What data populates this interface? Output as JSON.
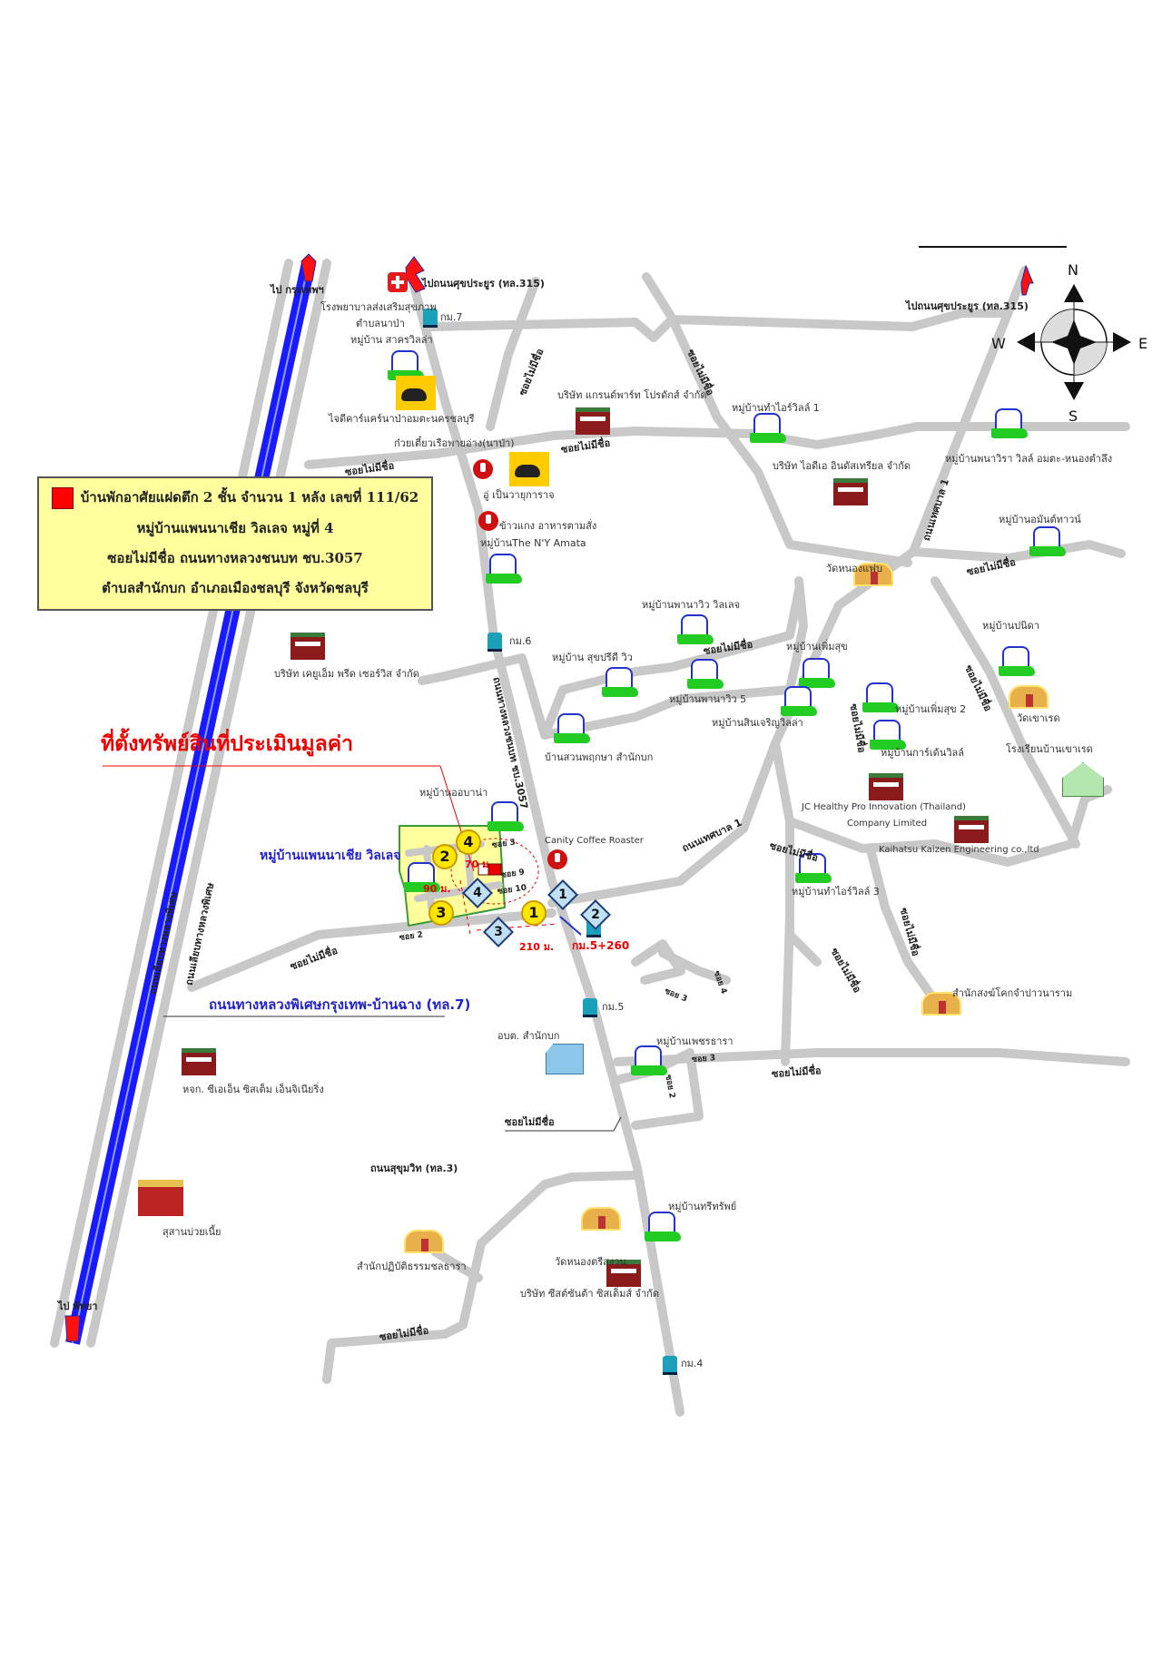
{
  "legend": {
    "line1": "บ้านพักอาศัยแฝดตึก 2 ชั้น จำนวน 1 หลัง เลขที่ 111/62",
    "line2": "หมู่บ้านแพนนาเชีย วิลเลจ หมู่ที่ 4",
    "line3": "ซอยไม่มีชื่อ ถนนทางหลวงชนบท ชบ.3057",
    "line4": "ตำบลสำนักบก อำเภอเมืองชลบุรี จังหวัดชลบุรี",
    "marker_color": "#ff0000"
  },
  "title": "ที่ตั้งทรัพย์สินที่ประเมินมูลค่า",
  "compass": {
    "n": "N",
    "s": "S",
    "e": "E",
    "w": "W"
  },
  "labels": [
    "ไป กรุงเทพฯ",
    "โรงพยาบาลส่งเสริมสุขภาพ",
    "ไปถนนศุขประยูร (ทล.315)",
    "กม.7",
    "ตำบลนาป่า",
    "หมู่บ้าน สาครวิลล่า",
    "ไจดีคาร์แคร์นาป่าอมตะนครชลบุรี",
    "ก๋วยเตี๋ยวเรือพายอ่าง(นาป่า)",
    "บริษัท แกรนด์พาร์ท โปรดักส์ จำกัด",
    "หมู่บ้านทำไอร์วิลล์ 1",
    "บริษัท ไอดีเอ อินดัสเทรียล จำกัด",
    "อู่ เป็นวายุการาจ",
    "ข้าวแกง อาหารตามสั่ง",
    "หมู่บ้านThe N'Y Amata",
    "หมู่บ้านพนาวิรา วิลล์ อมตะ-หนองตำลึง",
    "หมู่บ้านอมันต์ทาวน์",
    "วัดหนองแฟบ",
    "หมู่บ้านพานาวิว วิลเลจ",
    "หมู่บ้าน สุขปรีดี วิว",
    "หมู่บ้านเพิ่มสุข",
    "หมู่บ้านพานาวิว 5",
    "หมู่บ้านสินเจริญวิลล่า",
    "หมู่บ้านปนิดา",
    "หมู่บ้านเพิ่มสุข 2",
    "หมู่บ้านการ์เด้นวิลล์",
    "วัดเขาเรด",
    "โรงเรียนบ้านเขาเรด",
    "บริษัท เคยูเอ็ม พรีด เซอร์วิส จำกัด",
    "บ้านสวนพฤกษา สำนักบก",
    "หมู่บ้านออบาน่า",
    "กม.6",
    "JC Healthy Pro Innovation (Thailand)",
    "Company Limited",
    "Kaihatsu Kaizen Engineering co.,ltd",
    "หมู่บ้านทำไอร์วิลล์ 3",
    "Canity Coffee Roaster",
    "หมู่บ้านแพนนาเชีย วิลเลจ",
    "กม.5+260",
    "210 ม.",
    "90 ม.",
    "70 ม.",
    "ถนนทางหลวงพิเศษกรุงเทพ-บ้านฉาง (ทล.7)",
    "กม.5",
    "อบต. สำนักบก",
    "หมู่บ้านเพชรธารา",
    "หจก. ซีเอเอ็น ซิสเต็ม เอ็นจิเนียริ่ง",
    "ซอยไม่มีชื่อ",
    "ถนนสุขุมวิท (ทล.3)",
    "สุสานบ่วยเนี้ย",
    "หมู่บ้านทรีทรัพย์",
    "วัดหนองตรีสงวน",
    "สำนักปฏิบัติธรรมชลธารา",
    "บริษัท ซีสต์ซันต้า ซิสเต็มส์ จำกัด",
    "ไป พัทยา",
    "กม.4",
    "สำนักสงฆ์โคกจำปาวนาราม",
    "ไปถนนศุขประยูร (ทล.315)"
  ],
  "road_labels": {
    "soi_unnamed": "ซอยไม่มีชื่อ",
    "rural_road": "ถนนทางหลวงชนบท ชบ.3057",
    "municipal_1": "ถนนเทศบาล 1",
    "soi_2": "ซอย 2",
    "soi_3": "ซอย 3",
    "soi_9": "ซอย 9",
    "soi_10": "ซอย 10",
    "soi_4": "ซอย 4",
    "parallel_road": "ถนนเลียบทางหลวงพิเศษ"
  },
  "points": {
    "p1": "1",
    "p2": "2",
    "p3": "3",
    "p4": "4"
  },
  "colors": {
    "highway": "#1a1aff",
    "road": "#c8c8c8",
    "legend_bg": "#ffff9e",
    "title": "#e00000",
    "village_label": "#2222cc"
  }
}
